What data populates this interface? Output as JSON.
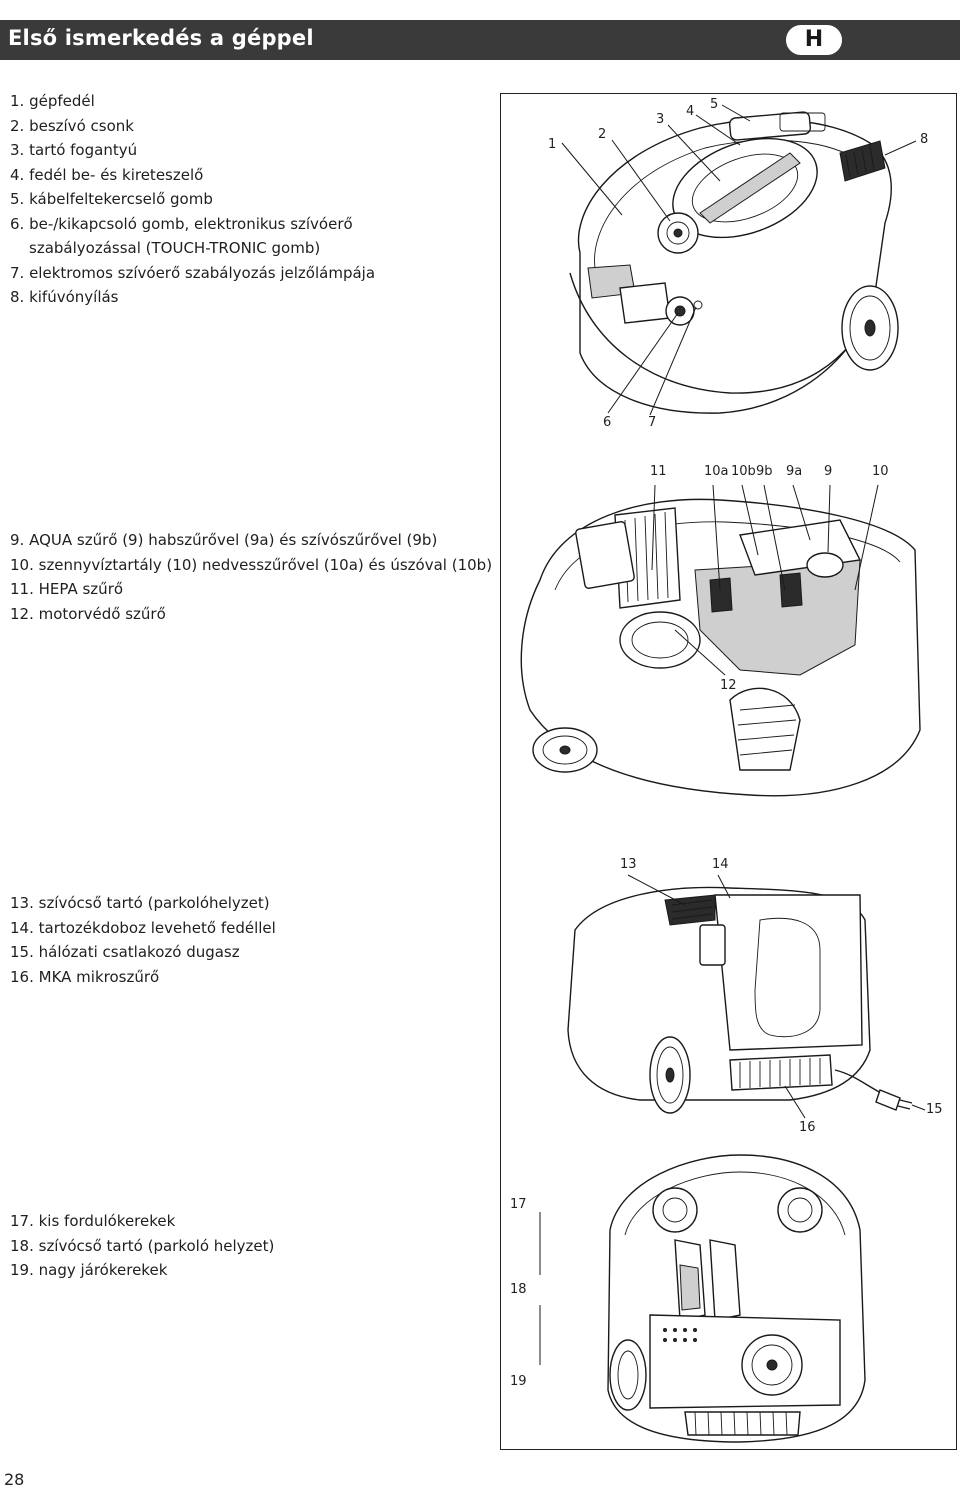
{
  "header": {
    "title": "Első ismerkedés a géppel",
    "language_badge": "H"
  },
  "legend_1": [
    "1. gépfedél",
    "2. beszívó csonk",
    "3. tartó fogantyú",
    "4. fedél be- és kireteszelő",
    "5. kábelfeltekercselő gomb",
    "6. be-/kikapcsoló gomb, elektronikus szívóerő",
    "szabályozással (TOUCH-TRONIC gomb)",
    "7. elektromos szívóerő szabályozás jelzőlámpája",
    "8. kifúvónyílás"
  ],
  "legend_2": [
    "9. AQUA szűrő (9) habszűrővel (9a) és szívószűrővel (9b)",
    "10. szennyvíztartály (10) nedvesszűrővel (10a) és úszóval (10b)",
    "11. HEPA szűrő",
    "12. motorvédő szűrő"
  ],
  "legend_3": [
    "13. szívócső tartó (parkolóhelyzet)",
    "14. tartozékdoboz levehető fedéllel",
    "15. hálózati csatlakozó dugasz",
    "16. MKA mikroszűrő"
  ],
  "legend_4": [
    "17. kis fordulókerekek",
    "18. szívócső tartó (parkoló helyzet)",
    "19. nagy járókerekek"
  ],
  "figure_1_callouts": [
    "1",
    "2",
    "3",
    "4",
    "5",
    "8",
    "6",
    "7"
  ],
  "figure_2_callouts": [
    "11",
    "10a",
    "10b",
    "9b",
    "9a",
    "9",
    "10",
    "12"
  ],
  "figure_3_callouts": [
    "13",
    "14",
    "16",
    "15"
  ],
  "figure_4_callouts": [
    "17",
    "18",
    "19"
  ],
  "page_number": "28"
}
